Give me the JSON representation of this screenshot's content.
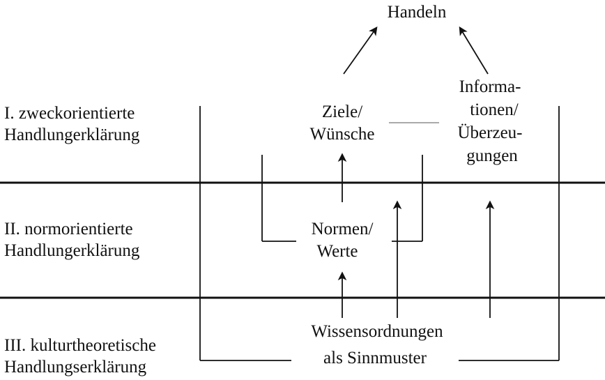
{
  "levels": [
    {
      "line1": "I. zweckorientierte",
      "line2": "Handlungerklärung"
    },
    {
      "line1": "II. normorientierte",
      "line2": "Handlungerklärung"
    },
    {
      "line1": "III. kulturtheoretische",
      "line2": "Handlungserklärung"
    }
  ],
  "nodes": {
    "handeln": "Handeln",
    "ziele": {
      "line1": "Ziele/",
      "line2": "Wünsche"
    },
    "informationen": {
      "line1": "Informa-",
      "line2": "tionen/",
      "line3": "Überzeu-",
      "line4": "gungen"
    },
    "normen": {
      "line1": "Normen/",
      "line2": "Werte"
    },
    "wissen": {
      "line1": "Wissensordnungen",
      "line2": "als Sinnmuster"
    }
  },
  "colors": {
    "ink": "#111111",
    "background": "#ffffff"
  }
}
